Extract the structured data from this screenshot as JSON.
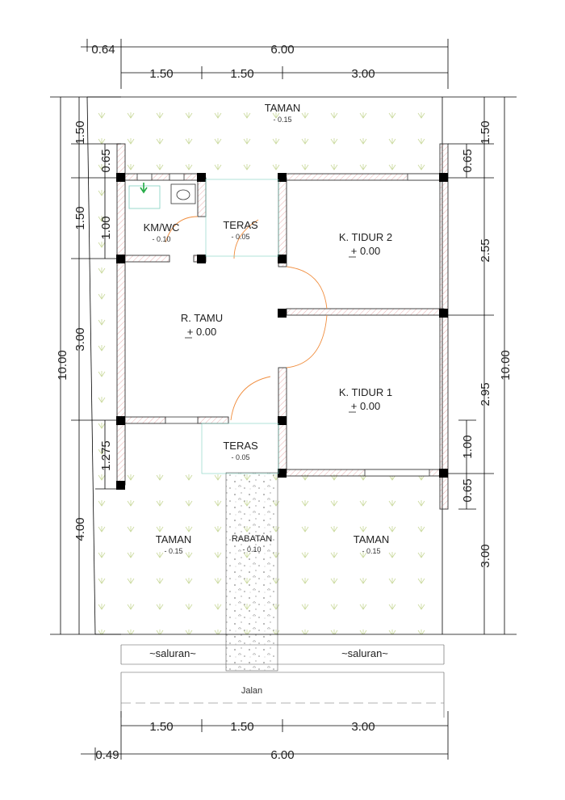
{
  "dimensions": {
    "top_overall": "6.00",
    "top_offset": "0.64",
    "top_1": "1.50",
    "top_2": "1.50",
    "top_3": "3.00",
    "bottom_1": "1.50",
    "bottom_2": "1.50",
    "bottom_3": "3.00",
    "bottom_overall": "6.00",
    "bottom_offset": "0.49",
    "left_total": "10.00",
    "left_1": "1.50",
    "left_2": "0.65",
    "left_3": "1.50",
    "left_4": "1.00",
    "left_5": "3.00",
    "left_6": "1.275",
    "left_7": "4.00",
    "right_total": "10.00",
    "right_1": "1.50",
    "right_2": "0.65",
    "right_3": "2.55",
    "right_4": "2.95",
    "right_5": "1.00",
    "right_6": "0.65",
    "right_7": "3.00"
  },
  "rooms": {
    "taman_top": {
      "name": "TAMAN",
      "elev": "- 0.15"
    },
    "kmwc": {
      "name": "KM/WC",
      "elev": "- 0.10"
    },
    "teras_top": {
      "name": "TERAS",
      "elev": "- 0.05"
    },
    "tidur2": {
      "name": "K. TIDUR 2",
      "level": "+ 0.00"
    },
    "tamu": {
      "name": "R. TAMU",
      "level": "+ 0.00"
    },
    "tidur1": {
      "name": "K. TIDUR 1",
      "level": "+ 0.00"
    },
    "teras_bottom": {
      "name": "TERAS",
      "elev": "- 0.05"
    },
    "taman_left": {
      "name": "TAMAN",
      "elev": "- 0.15"
    },
    "rabatan": {
      "name": "RABATAN",
      "elev": "- 0.10"
    },
    "taman_right": {
      "name": "TAMAN",
      "elev": "- 0.15"
    }
  },
  "street": {
    "saluran_left": "~saluran~",
    "saluran_right": "~saluran~",
    "jalan": "Jalan"
  }
}
